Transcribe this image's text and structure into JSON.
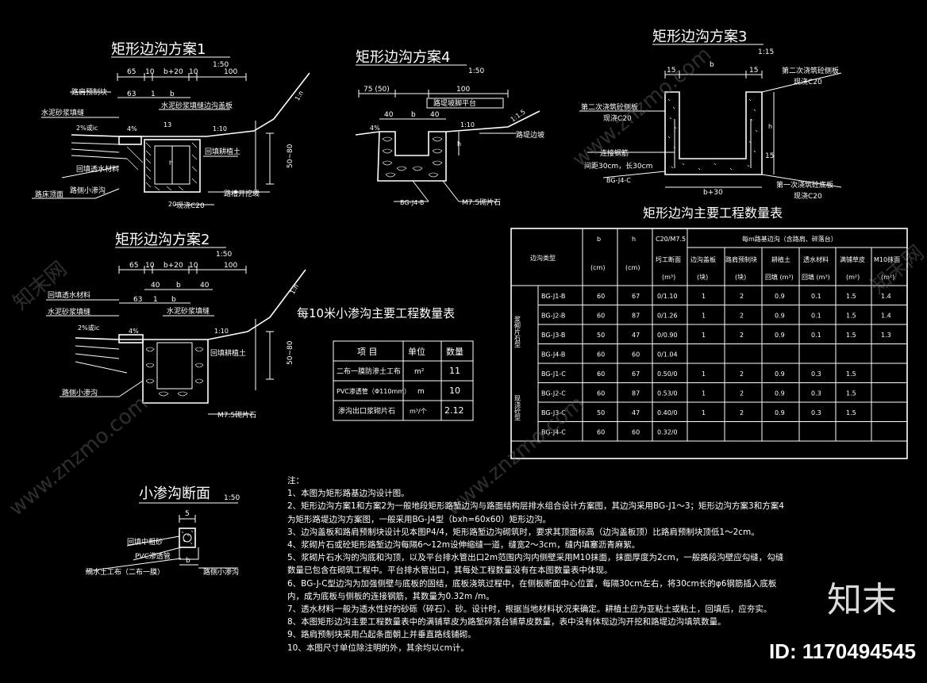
{
  "scheme1": {
    "title": "矩形边沟方案1",
    "scale": "1:50",
    "dims_top": [
      "65",
      "10",
      "b+20",
      "10",
      "100"
    ],
    "dims_mid": [
      "63",
      "1",
      "b"
    ],
    "labels": [
      "路肩预制块",
      "水泥砂浆填缝",
      "水泥砂浆填缝边沟盖板",
      "2%或ic",
      "4%",
      "13",
      "1:10",
      "回填耕植土",
      "回填透水材料",
      "路床顶面",
      "路侧小渗沟",
      "路槽开挖线",
      "现浇C20",
      "20",
      "h",
      "50~80",
      "1:n"
    ]
  },
  "scheme2": {
    "title": "矩形边沟方案2",
    "scale": "1:50",
    "dims_top": [
      "65",
      "10",
      "b+20",
      "10",
      "100"
    ],
    "dims_mid": [
      "40",
      "b",
      "40"
    ],
    "dims_low": [
      "63",
      "1",
      "b"
    ],
    "labels": [
      "回填透水材料",
      "水泥砂浆填缝",
      "水泥砂浆填缝",
      "2%或ic",
      "4%",
      "1:10",
      "回填耕植土",
      "路侧小渗沟",
      "M7.5砌片石",
      "50~80",
      "1:n"
    ]
  },
  "scheme3": {
    "title": "矩形边沟方案3",
    "scale": "1:15",
    "dims": [
      "15",
      "b",
      "15",
      "b+30",
      "15"
    ],
    "labels": [
      "第二次浇筑砼侧板",
      "现浇C20",
      "第二次浇筑砼侧板",
      "现浇C20",
      "连接钢筋",
      "间距30cm，长30cm",
      "BG-J4-C",
      "第一次浇筑砼底板",
      "现浇C20",
      "h"
    ]
  },
  "scheme4": {
    "title": "矩形边沟方案4",
    "scale": "1:50",
    "dims": [
      "75 (50)",
      "100",
      "40",
      "b",
      "40"
    ],
    "labels": [
      "路堤坡脚平台",
      "1:10",
      "4%",
      "路堤边坡",
      "1:1.5",
      "h",
      "BG-J4-B",
      "M7.5砌片石"
    ]
  },
  "seepage": {
    "title": "小渗沟断面",
    "scale": "1:50",
    "dims": [
      "5",
      "b"
    ],
    "labels": [
      "回填中粗砂",
      "PVC渗透管",
      "隔水土工布（二布一膜）",
      "路侧小渗沟"
    ]
  },
  "small_table": {
    "title": "每10米小渗沟主要工程数量表",
    "headers": [
      "项 目",
      "单位",
      "数量"
    ],
    "rows": [
      [
        "二布一膜防渗土工布",
        "m²",
        "11"
      ],
      [
        "PVC渗透管（Φ110mm）",
        "m",
        "10"
      ],
      [
        "渗沟出口浆砌片石",
        "m³/个",
        "2.12"
      ]
    ]
  },
  "main_table": {
    "title": "矩形边沟主要工程数量表",
    "col_type": "边沟类型",
    "col_b": "b",
    "col_h": "h",
    "col_c20": "C20/M7.5",
    "group": "每m路基边沟（含路肩、碎落台）",
    "sub_headers": [
      "圬工断面",
      "边沟盖板",
      "路肩预制块",
      "耕植土",
      "透水材料",
      "满铺草皮",
      "M10抹面"
    ],
    "units_b": "(cm)",
    "units_h": "(cm)",
    "units": [
      "(m³)",
      "(块)",
      "(块)",
      "回填 (m³)",
      "回填 (m³)",
      "(m²)",
      "(m²)"
    ],
    "group1": "浆砌片石型",
    "group2": "现浇砼型",
    "rows": [
      [
        "BG-J1-B",
        "60",
        "67",
        "0/1.10",
        "1",
        "2",
        "0.9",
        "0.1",
        "1.5",
        "1.4"
      ],
      [
        "BG-J2-B",
        "60",
        "87",
        "0/1.26",
        "1",
        "2",
        "0.9",
        "0.1",
        "1.5",
        "1.4"
      ],
      [
        "BG-J3-B",
        "50",
        "47",
        "0/0.90",
        "1",
        "2",
        "0.9",
        "0.1",
        "1.5",
        "1.3"
      ],
      [
        "BG-J4-B",
        "60",
        "60",
        "0/1.04",
        "",
        "",
        "",
        "",
        "",
        ""
      ],
      [
        "BG-J1-C",
        "60",
        "67",
        "0.50/0",
        "1",
        "2",
        "0.9",
        "0.3",
        "1.5",
        ""
      ],
      [
        "BG-J2-C",
        "60",
        "87",
        "0.53/0",
        "1",
        "2",
        "0.9",
        "0.3",
        "1.5",
        ""
      ],
      [
        "BG-J3-C",
        "50",
        "47",
        "0.40/0",
        "1",
        "2",
        "0.9",
        "0.3",
        "1.5",
        ""
      ],
      [
        "BG-J4-C",
        "60",
        "60",
        "0.32/0",
        "",
        "",
        "",
        "",
        "",
        ""
      ]
    ]
  },
  "notes": {
    "heading": "注：",
    "lines": [
      "1、本图为矩形路基边沟设计图。",
      "2、矩形边沟方案1和方案2为一般地段矩形路堑边沟与路面结构层排水组合设计方案图，其边沟采用BG-J1～3；矩形边沟方案3和方案4",
      "为矩形路堤边沟方案图，一般采用BG-J4型（bxh=60x60）矩形边沟。",
      "3、边沟盖板和路肩预制块设计见本图P4/4，矩形路堑边沟砌筑时，要求其顶面标高（边沟盖板顶）比路肩预制块顶低1～2cm。",
      "4、浆砌片石或砼矩形路堑边沟每隔6～12m设伸缩缝一道，缝宽2～3cm，缝内填塞沥青麻絮。",
      "5、浆砌片石水沟的沟底和沟顶，以及平台排水管出口2m范围内沟内侧壁采用M10抹面，抹面厚度为2cm，一般路段沟壁应勾缝，勾缝",
      "数量已包含在砌筑工程中。平台排水管出口，其每处工程数量没有在本图数量表中体现。",
      "6、BG-J-C型边沟为加强侧壁与底板的固结，底板浇筑过程中，在侧板断面中心位置，每隔30cm左右，将30cm长的φ6钢筋插入底板",
      "内，成为底板与侧板的连接钢筋，其数量为0.32m /m。",
      "7、透水材料一般为透水性好的砂砾（碎石）、砂。设计时，根据当地材料状况来确定。耕植土应为亚粘土或粘土，回填后，应夯实。",
      "8、本图矩形边沟主要工程数量表中的满铺草皮为路堑碎落台铺草皮数量，表中没有体现边沟开挖和路堤边沟填筑数量。",
      "9、路肩预制块采用凸起条面朝上并垂直路线铺砌。",
      "10、本图尺寸单位除注明的外，其余均以cm计。"
    ]
  },
  "brand": {
    "logo_text": "知末",
    "id_text": "ID: 1170494545"
  },
  "watermarks": [
    "知末网",
    "www.znzmo.com"
  ]
}
